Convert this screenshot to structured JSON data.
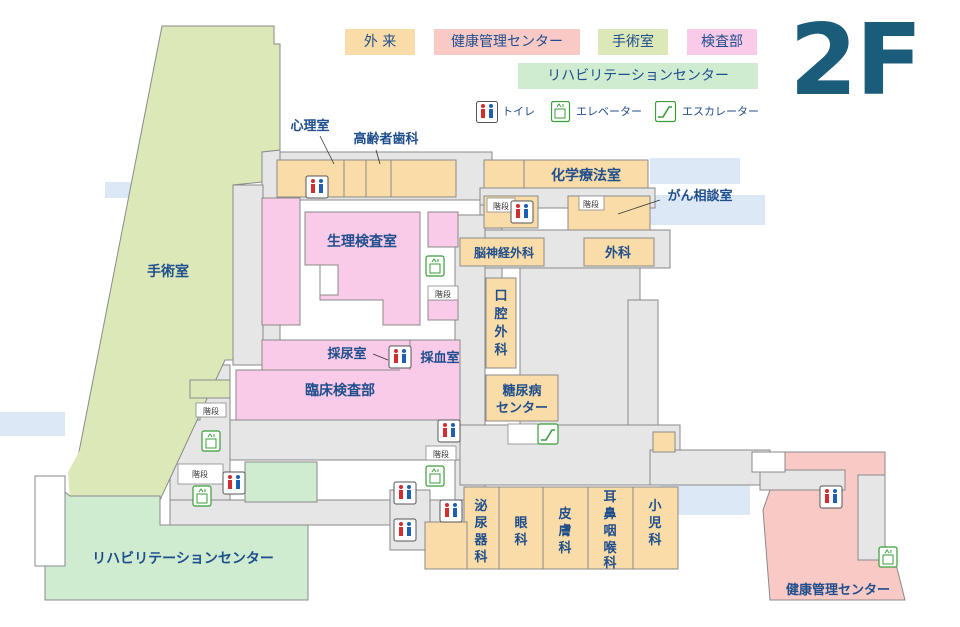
{
  "floor_label": "2F",
  "legend": {
    "categories": [
      {
        "id": "outpatient",
        "label": "外 来",
        "color": "#f9dca8"
      },
      {
        "id": "health",
        "label": "健康管理センター",
        "color": "#f9c9c6"
      },
      {
        "id": "surgery",
        "label": "手術室",
        "color": "#dde8b8"
      },
      {
        "id": "exam",
        "label": "検査部",
        "color": "#f9cbe8"
      },
      {
        "id": "rehab",
        "label": "リハビリテーションセンター",
        "color": "#cfecd0"
      }
    ],
    "facilities": [
      {
        "id": "toilet",
        "label": "トイレ",
        "icon": "toilet-icon"
      },
      {
        "id": "elevator",
        "label": "エレベーター",
        "icon": "elevator-icon"
      },
      {
        "id": "escalator",
        "label": "エスカレーター",
        "icon": "escalator-icon"
      }
    ]
  },
  "colors": {
    "surgery": "#dde8b8",
    "rehab": "#cfecd0",
    "outpatient": "#f9dca8",
    "exam": "#f9cbe8",
    "health": "#f9c9c6",
    "corridor": "#e6e6e6",
    "outline": "#8a8a8a",
    "text": "#1f4e8c",
    "toilet_male": "#1d5fb3",
    "toilet_female": "#d32d2d",
    "lift": "#3a9d3a"
  },
  "rooms": {
    "surgery": "手術室",
    "rehab": "リハビリテーションセンター",
    "psych": "心理室",
    "geriatric_dental": "高齢者歯科",
    "chemo": "化学療法室",
    "cancer_consult": "がん相談室",
    "physiology": "生理検査室",
    "neurosurgery": "脳神経外科",
    "surgery_dept": "外科",
    "oral_surgery": [
      "口",
      "腔",
      "外",
      "科"
    ],
    "urine": "採尿室",
    "blood": "採血室",
    "clinical_lab": "臨床検査部",
    "diabetes": [
      "糖尿病",
      "センター"
    ],
    "urology": [
      "泌",
      "尿",
      "器",
      "科"
    ],
    "ophthalmology": [
      "眼",
      "科"
    ],
    "dermatology": [
      "皮",
      "膚",
      "科"
    ],
    "ent": [
      "耳",
      "鼻",
      "咽",
      "喉",
      "科"
    ],
    "pediatrics": [
      "小",
      "児",
      "科"
    ],
    "health_center": "健康管理センター"
  },
  "stairs_label": "階段"
}
